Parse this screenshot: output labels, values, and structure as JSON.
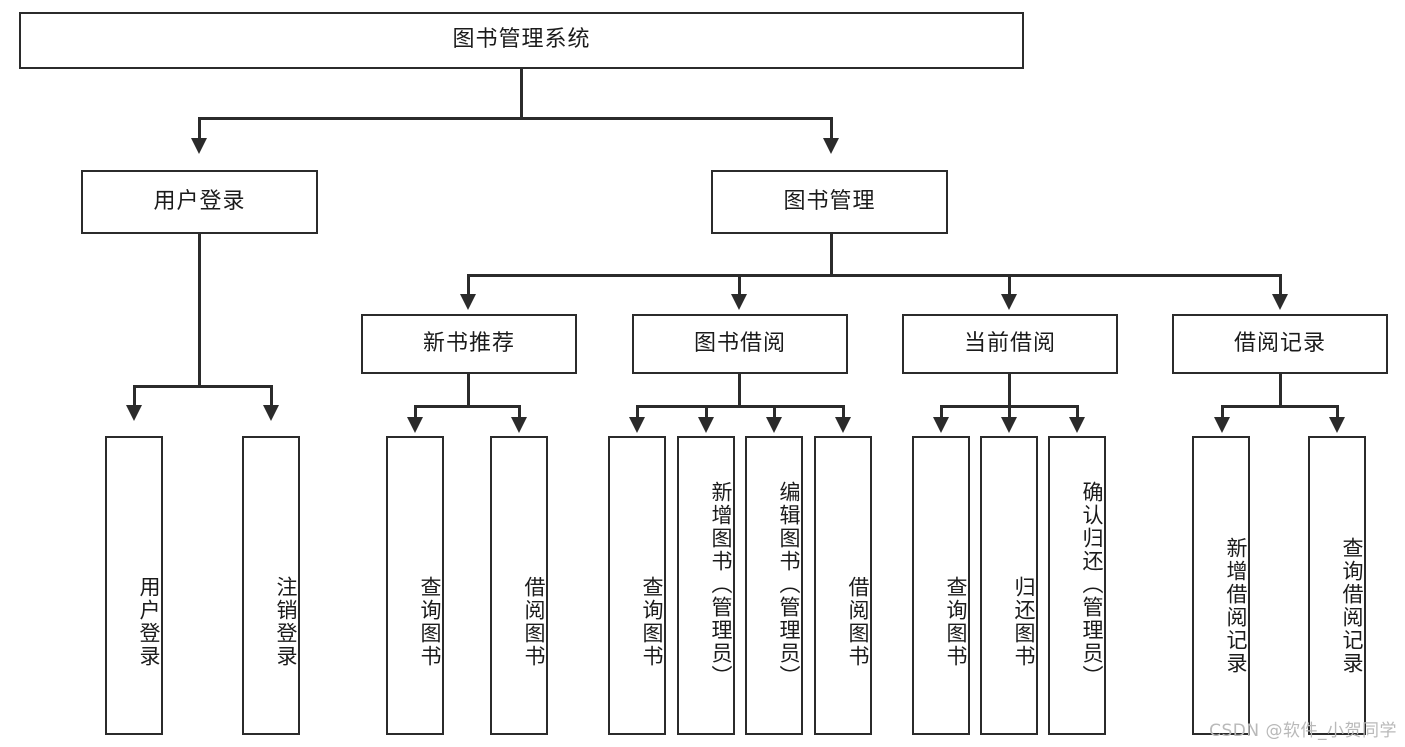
{
  "diagram": {
    "title": "图书管理系统",
    "type": "tree-hierarchy-diagram",
    "colors": {
      "stroke": "#2b2b2b",
      "fill": "#ffffff",
      "text": "#1b1b1b",
      "watermark": "#b9b9b9"
    },
    "root": {
      "label": "图书管理系统"
    },
    "level2": [
      {
        "label": "用户登录"
      },
      {
        "label": "图书管理"
      }
    ],
    "level3": [
      {
        "label": "新书推荐"
      },
      {
        "label": "图书借阅"
      },
      {
        "label": "当前借阅"
      },
      {
        "label": "借阅记录"
      }
    ],
    "leaves": {
      "user_login": [
        {
          "label": "用户登录"
        },
        {
          "label": "注销登录"
        }
      ],
      "new_book_recommend": [
        {
          "label": "查询图书"
        },
        {
          "label": "借阅图书"
        }
      ],
      "book_borrow": [
        {
          "label": "查询图书"
        },
        {
          "label": "新增图书（管理员）"
        },
        {
          "label": "编辑图书（管理员）"
        },
        {
          "label": "借阅图书"
        }
      ],
      "current_borrow": [
        {
          "label": "查询图书"
        },
        {
          "label": "归还图书"
        },
        {
          "label": "确认归还（管理员）"
        }
      ],
      "borrow_records": [
        {
          "label": "新增借阅记录"
        },
        {
          "label": "查询借阅记录"
        }
      ]
    }
  },
  "watermark": {
    "text": "CSDN @软件_小贺同学"
  }
}
